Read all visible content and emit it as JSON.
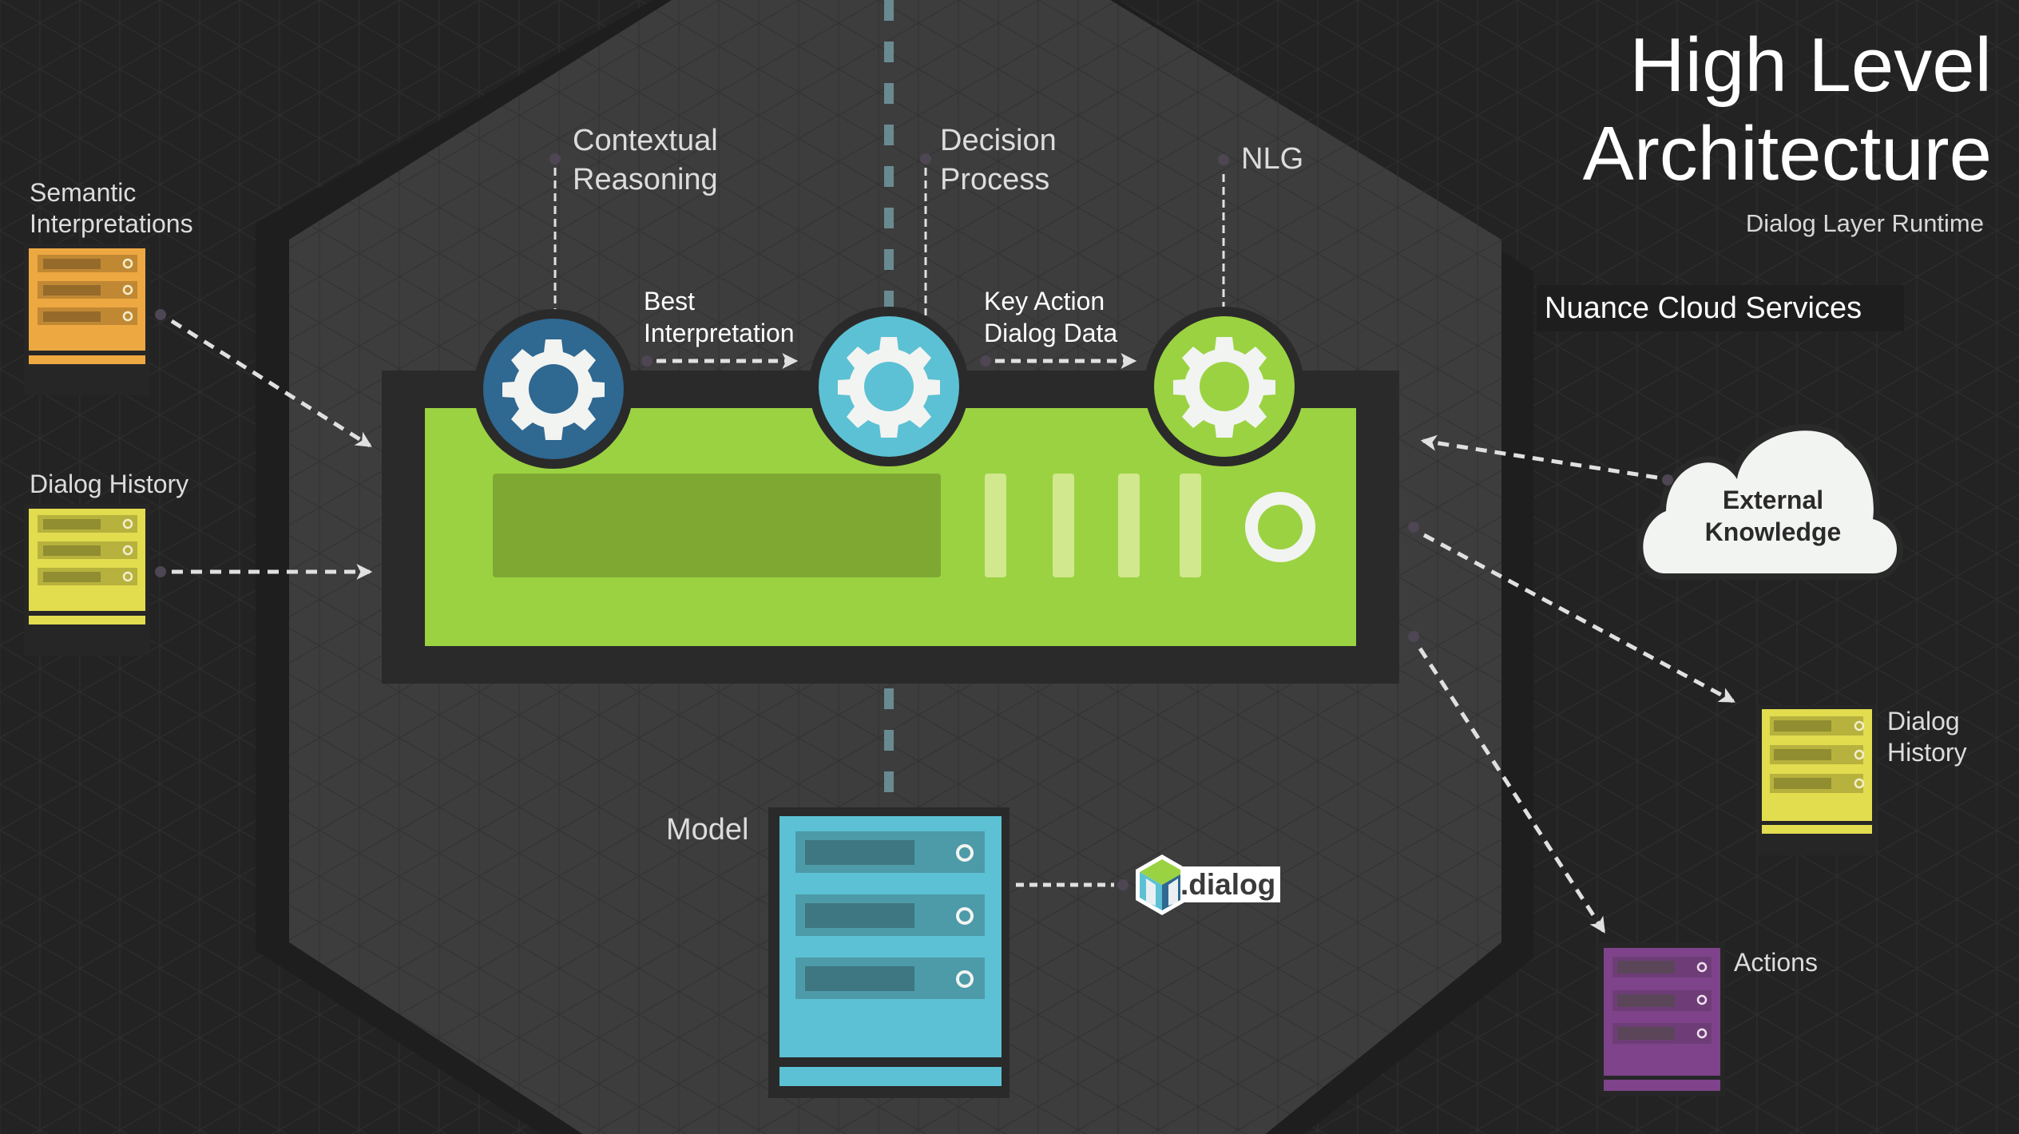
{
  "header": {
    "title": "High Level\nArchitecture",
    "subtitle": "Dialog Layer Runtime",
    "cloud_services_label": "Nuance Cloud Services"
  },
  "inputs": {
    "semantic_interpretations": "Semantic\nInterpretations",
    "dialog_history": "Dialog History"
  },
  "stages": [
    {
      "label": "Contextual\nReasoning",
      "color": "#2f6891",
      "icon": "gear-icon"
    },
    {
      "label": "Decision\nProcess",
      "color": "#5cc1d4",
      "icon": "gear-icon"
    },
    {
      "label": "NLG",
      "color": "#9bd242",
      "icon": "gear-icon"
    }
  ],
  "flows": {
    "best_interpretation": "Best\nInterpretation",
    "key_action": "Key Action\nDialog Data"
  },
  "model": {
    "label": "Model",
    "file_badge": ".dialog",
    "file_icon": "m-cube-logo-icon"
  },
  "external": {
    "cloud_label": "External\nKnowledge",
    "dialog_history_label": "Dialog\nHistory",
    "actions_label": "Actions"
  },
  "colors": {
    "background": "#232323",
    "hexagon_fill": "#3d3d3d",
    "hexagon_border": "#1e1e1e",
    "engine_green": "#9bd242",
    "engine_frame": "#2a2a2a",
    "orange_db": "#eea841",
    "yellow_db": "#e2dc4f",
    "teal_db": "#5cc1d4",
    "purple_db": "#7e438a",
    "arrow": "#e0e0e0",
    "connector_dot": "#4e4652"
  }
}
